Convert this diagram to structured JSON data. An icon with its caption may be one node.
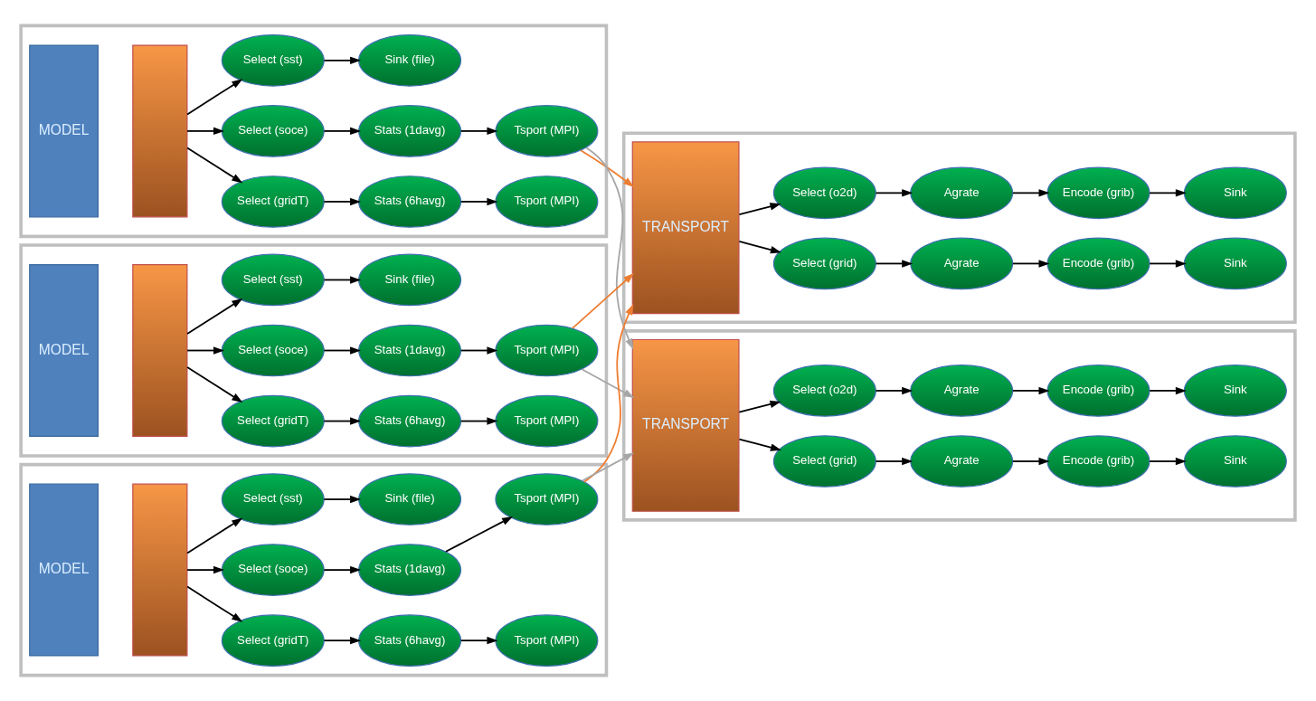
{
  "diagram": {
    "nodes": [
      {
        "text": [],
        "shape": "box"
      },
      {
        "text": [
          "MODEL"
        ],
        "in": 0
      },
      {
        "text": [],
        "shape": "bar",
        "in": 0
      },
      {
        "text": [
          "Select (sst)"
        ],
        "in": 0
      },
      {
        "text": [
          "Sink (file)"
        ],
        "in": 0
      },
      {
        "text": [
          "Select (soce)"
        ],
        "in": 0
      },
      {
        "text": [
          "Stats (1davg)"
        ],
        "in": 0
      },
      {
        "text": [
          "Tsport (MPI)"
        ],
        "in": 0
      },
      {
        "text": [
          "Select (gridT)"
        ],
        "in": 0
      },
      {
        "text": [
          "Stats (6havg)"
        ],
        "in": 0
      },
      {
        "text": [
          "Tsport (MPI)"
        ],
        "in": 0
      },
      {
        "text": [],
        "shape": "box"
      },
      {
        "text": [
          "MODEL"
        ],
        "in": 11
      },
      {
        "text": [],
        "shape": "bar",
        "in": 11
      },
      {
        "text": [
          "Select (sst)"
        ],
        "in": 11
      },
      {
        "text": [
          "Sink (file)"
        ],
        "in": 11
      },
      {
        "text": [
          "Select (soce)"
        ],
        "in": 11
      },
      {
        "text": [
          "Stats (1davg)"
        ],
        "in": 11
      },
      {
        "text": [
          "Tsport (MPI)"
        ],
        "in": 11
      },
      {
        "text": [
          "Select (gridT)"
        ],
        "in": 11
      },
      {
        "text": [
          "Stats (6havg)"
        ],
        "in": 11
      },
      {
        "text": [
          "Tsport (MPI)"
        ],
        "in": 11
      },
      {
        "text": [],
        "shape": "box"
      },
      {
        "text": [
          "MODEL"
        ],
        "in": 22
      },
      {
        "text": [],
        "shape": "bar",
        "in": 22
      },
      {
        "text": [
          "Select (sst)"
        ],
        "in": 22
      },
      {
        "text": [
          "Sink (file)"
        ],
        "in": 22
      },
      {
        "text": [
          "Select (soce)"
        ],
        "in": 22
      },
      {
        "text": [
          "Stats (1davg)"
        ],
        "in": 22
      },
      {
        "text": [
          "Tsport (MPI)"
        ],
        "in": 22
      },
      {
        "text": [
          "Select (gridT)"
        ],
        "in": 22
      },
      {
        "text": [
          "Stats (6havg)"
        ],
        "in": 22
      },
      {
        "text": [
          "Tsport (MPI)"
        ],
        "in": 22
      },
      {
        "text": [],
        "shape": "box"
      },
      {
        "text": [
          "TRANSPORT"
        ],
        "in": 33
      },
      {
        "text": [
          "Select (o2d)"
        ],
        "in": 33
      },
      {
        "text": [
          "Agrate"
        ],
        "in": 33
      },
      {
        "text": [
          "Encode (grib)"
        ],
        "in": 33
      },
      {
        "text": [
          "Sink"
        ],
        "in": 33
      },
      {
        "text": [
          "Select (grid)"
        ],
        "in": 33
      },
      {
        "text": [
          "Agrate"
        ],
        "in": 33
      },
      {
        "text": [
          "Encode (grib)"
        ],
        "in": 33
      },
      {
        "text": [
          "Sink"
        ],
        "in": 33
      },
      {
        "text": [],
        "shape": "box"
      },
      {
        "text": [
          "TRANSPORT"
        ],
        "in": 43
      },
      {
        "text": [
          "Select (o2d)"
        ],
        "in": 43
      },
      {
        "text": [
          "Agrate"
        ],
        "in": 43
      },
      {
        "text": [
          "Encode (grib)"
        ],
        "in": 43
      },
      {
        "text": [
          "Sink"
        ],
        "in": 43
      },
      {
        "text": [
          "Select (grid)"
        ],
        "in": 43
      },
      {
        "text": [
          "Agrate"
        ],
        "in": 43
      },
      {
        "text": [
          "Encode (grib)"
        ],
        "in": 43
      },
      {
        "text": [
          "Sink"
        ],
        "in": 43
      }
    ],
    "edges": [
      {
        "from": 2,
        "to": 3,
        "arrow": "to"
      },
      {
        "from": 3,
        "to": 4,
        "arrow": "to"
      },
      {
        "from": 2,
        "to": 5,
        "arrow": "to"
      },
      {
        "from": 5,
        "to": 6,
        "arrow": "to"
      },
      {
        "from": 6,
        "to": 7,
        "arrow": "to"
      },
      {
        "from": 2,
        "to": 8,
        "arrow": "to"
      },
      {
        "from": 8,
        "to": 9,
        "arrow": "to"
      },
      {
        "from": 9,
        "to": 10,
        "arrow": "to"
      },
      {
        "from": 13,
        "to": 14,
        "arrow": "to"
      },
      {
        "from": 14,
        "to": 15,
        "arrow": "to"
      },
      {
        "from": 13,
        "to": 16,
        "arrow": "to"
      },
      {
        "from": 16,
        "to": 17,
        "arrow": "to"
      },
      {
        "from": 17,
        "to": 18,
        "arrow": "to"
      },
      {
        "from": 13,
        "to": 19,
        "arrow": "to"
      },
      {
        "from": 19,
        "to": 20,
        "arrow": "to"
      },
      {
        "from": 20,
        "to": 21,
        "arrow": "to"
      },
      {
        "from": 24,
        "to": 25,
        "arrow": "to"
      },
      {
        "from": 25,
        "to": 26,
        "arrow": "to"
      },
      {
        "from": 24,
        "to": 27,
        "arrow": "to"
      },
      {
        "from": 27,
        "to": 28,
        "arrow": "to"
      },
      {
        "from": 28,
        "to": 29,
        "arrow": "to"
      },
      {
        "from": 24,
        "to": 30,
        "arrow": "to"
      },
      {
        "from": 30,
        "to": 31,
        "arrow": "to"
      },
      {
        "from": 31,
        "to": 32,
        "arrow": "to"
      },
      {
        "from": 34,
        "to": 35,
        "arrow": "to"
      },
      {
        "from": 35,
        "to": 36,
        "arrow": "to"
      },
      {
        "from": 36,
        "to": 37,
        "arrow": "to"
      },
      {
        "from": 37,
        "to": 38,
        "arrow": "to"
      },
      {
        "from": 34,
        "to": 39,
        "arrow": "to"
      },
      {
        "from": 39,
        "to": 40,
        "arrow": "to"
      },
      {
        "from": 40,
        "to": 41,
        "arrow": "to"
      },
      {
        "from": 41,
        "to": 42,
        "arrow": "to"
      },
      {
        "from": 44,
        "to": 45,
        "arrow": "to"
      },
      {
        "from": 45,
        "to": 46,
        "arrow": "to"
      },
      {
        "from": 46,
        "to": 47,
        "arrow": "to"
      },
      {
        "from": 47,
        "to": 48,
        "arrow": "to"
      },
      {
        "from": 44,
        "to": 49,
        "arrow": "to"
      },
      {
        "from": 49,
        "to": 50,
        "arrow": "to"
      },
      {
        "from": 50,
        "to": 51,
        "arrow": "to"
      },
      {
        "from": 51,
        "to": 52,
        "arrow": "to"
      },
      {
        "from": 7,
        "to": 34,
        "arrow": "to",
        "color": "#ed7d31"
      },
      {
        "from": 7,
        "to": 44,
        "arrow": "to",
        "color": "#a6a6a6"
      },
      {
        "from": 18,
        "to": 34,
        "arrow": "to",
        "color": "#ed7d31"
      },
      {
        "from": 18,
        "to": 44,
        "arrow": "to",
        "color": "#a6a6a6"
      },
      {
        "from": 29,
        "to": 34,
        "arrow": "to",
        "color": "#ed7d31"
      },
      {
        "from": 29,
        "to": 44,
        "arrow": "to",
        "color": "#a6a6a6"
      }
    ]
  }
}
